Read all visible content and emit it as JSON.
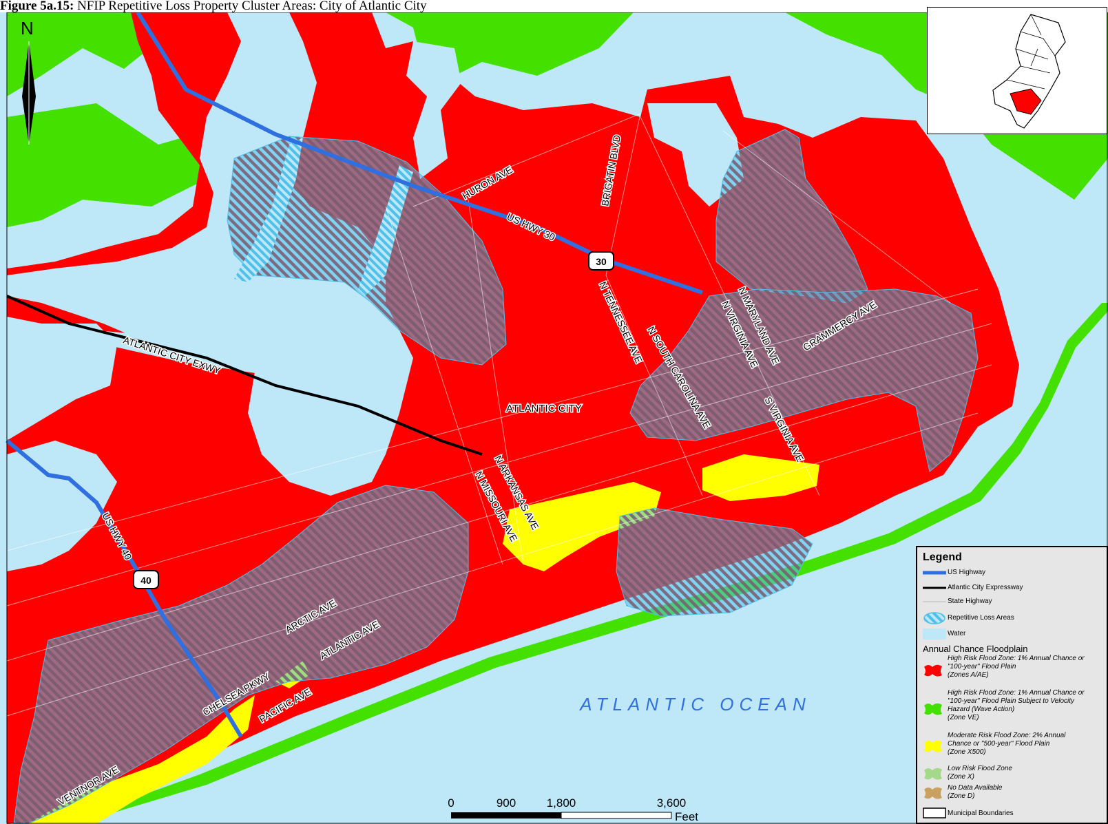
{
  "caption": {
    "bold": "Figure 5a.15:",
    "text": " NFIP Repetitive Loss Property Cluster Areas: City of Atlantic City"
  },
  "north_arrow": "N",
  "places": {
    "city": "ATLANTIC CITY",
    "ocean": "ATLANTIC OCEAN"
  },
  "shields": {
    "us30": "30",
    "us40": "40"
  },
  "roads": {
    "huron": "HURON AVE",
    "hwy30": "US HWY 30",
    "brigatin": "BRIGATIN BLVD",
    "maryland": "N MARYLAND AVE",
    "virginia": "N VIRGINIA AVE",
    "gramm": "GRAMMERCY AVE",
    "tennessee": "N TENNESSEE AVE",
    "scarolina": "N SOUTH CAROLINA AVE",
    "svirginia": "S VIRGINIA AVE",
    "exwy": "ATLANTIC CITY EXWY",
    "arkansas": "N ARKANSAS AVE",
    "missouri": "N MISSOURI AVE",
    "hwy40": "US HWY 40",
    "arctic": "ARCTIC AVE",
    "atlantic": "ATLANTIC AVE",
    "chelsea": "CHELSEA PKWY",
    "pacific": "PACIFIC AVE",
    "ventnor": "VENTNOR AVE"
  },
  "scale": {
    "ticks": [
      "0",
      "900",
      "1,800",
      "3,600"
    ],
    "unit": "Feet"
  },
  "legend": {
    "title": "Legend",
    "us_highway": "US Highway",
    "expressway": "Atlantic City Expressway",
    "state_highway": "State Highway",
    "rep_loss": "Repetitive Loss Areas",
    "water": "Water",
    "floodplain_header": "Annual Chance Floodplain",
    "zone_ae": "High Risk Flood Zone: 1% Annual Chance or\n\"100-year\" Flood Plain\n(Zones A/AE)",
    "zone_ve": "High Risk Flood Zone: 1% Annual Chance or\n\"100-year\" Flood Plain Subject to Velocity\nHazard (Wave Action)\n(Zone VE)",
    "zone_x500": "Moderate Risk Flood Zone: 2% Annual\nChance or \"500-year\" Flood Plain\n(Zone X500)",
    "zone_x": "Low Risk Flood Zone\n(Zone X)",
    "zone_d": "No Data Available\n(Zone D)",
    "municipal": "Municipal Boundaries"
  },
  "colors": {
    "water": "#bee8f8",
    "high_risk": "#ff0000",
    "velocity": "#44e000",
    "moderate": "#ffff00",
    "low": "#a3d989",
    "nodata": "#c8a060",
    "us_highway": "#2f6fe0",
    "expressway": "#000000",
    "rep_loss_edge": "#4ec0ea"
  }
}
